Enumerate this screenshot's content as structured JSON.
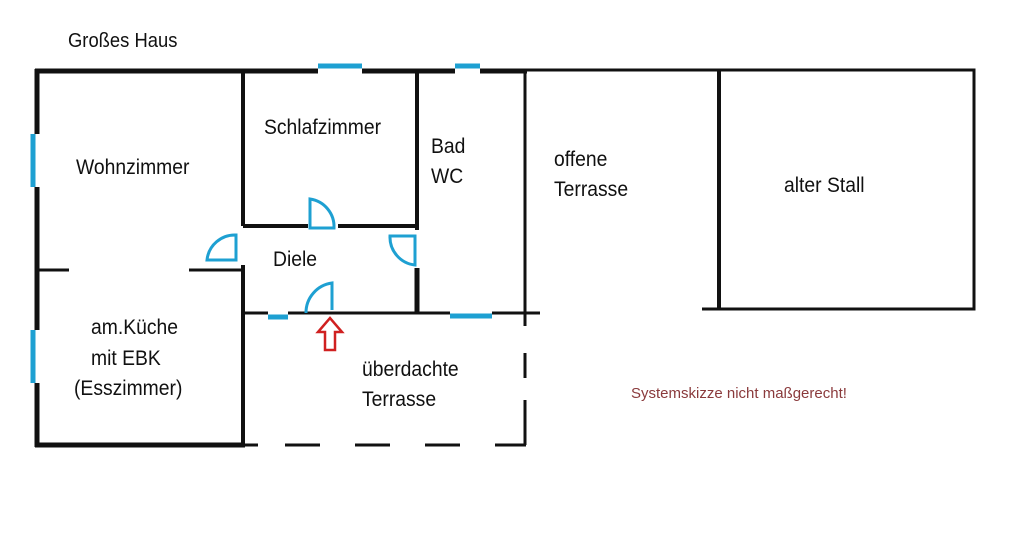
{
  "title": "Großes Haus",
  "rooms": {
    "wohnzimmer": "Wohnzimmer",
    "schlafzimmer": "Schlafzimmer",
    "bad_line1": "Bad",
    "bad_line2": "WC",
    "offene_line1": "offene",
    "offene_line2": "Terrasse",
    "stall": "alter Stall",
    "diele": "Diele",
    "kueche_line1": "am.Küche",
    "kueche_line2": "mit EBK",
    "kueche_line3": "(Esszimmer)",
    "ueberdacht_line1": "überdachte",
    "ueberdacht_line2": "Terrasse"
  },
  "note": "Systemskizze nicht maßgerecht!",
  "colors": {
    "wall": "#111111",
    "window": "#1ea0d2",
    "door": "#1ea0d2",
    "entrance_arrow": "#d02020",
    "note": "#8a3a3c"
  }
}
